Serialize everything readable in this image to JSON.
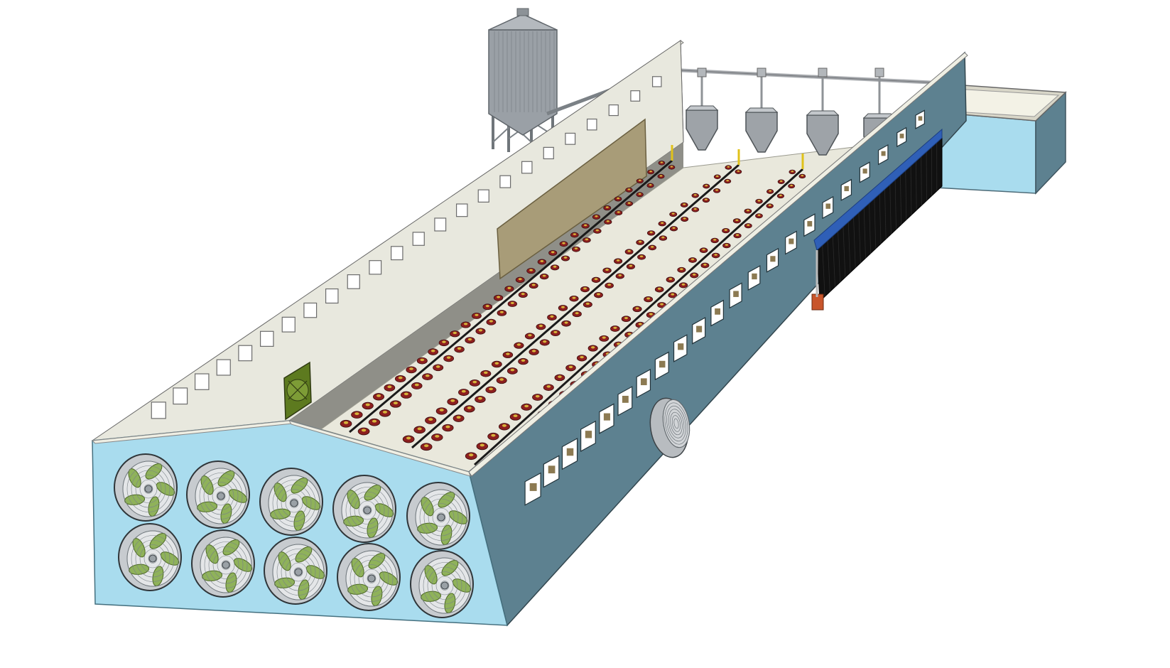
{
  "scene": {
    "subject": "poultry-house-3d-model",
    "colors": {
      "background": "#ffffff",
      "end_wall": "#a9dcee",
      "side_wall": "#5d8190",
      "back_wall": "#8f8f88",
      "wall_top": "#efefe4",
      "floor": "#e9e8dc",
      "fan_blade": "#8fb25a",
      "feeder_pan": "#8c1f1f",
      "cooling_pad": "#111111",
      "cooling_pad_trim": "#2f5fb7",
      "silo": "#9aa0a6",
      "feed_pipe": "#a7aaae",
      "annex_wall": "#a9dcee",
      "annex_top": "#f3f2e6",
      "back_board": "#a89c78"
    },
    "components": [
      {
        "name": "end-wall-exhaust-fans",
        "rows": 2,
        "per_row": 5
      },
      {
        "name": "side-wall-circular-fan",
        "count": 1
      },
      {
        "name": "back-wall-box-fan",
        "count": 1
      },
      {
        "name": "feed-silo",
        "count": 1
      },
      {
        "name": "feed-hopper",
        "count": 4
      },
      {
        "name": "feeder-line",
        "count": 3
      },
      {
        "name": "cooling-pad",
        "count": 1
      },
      {
        "name": "annex-room",
        "count": 1
      }
    ],
    "front_side_windows": 22,
    "back_side_windows": 24
  }
}
